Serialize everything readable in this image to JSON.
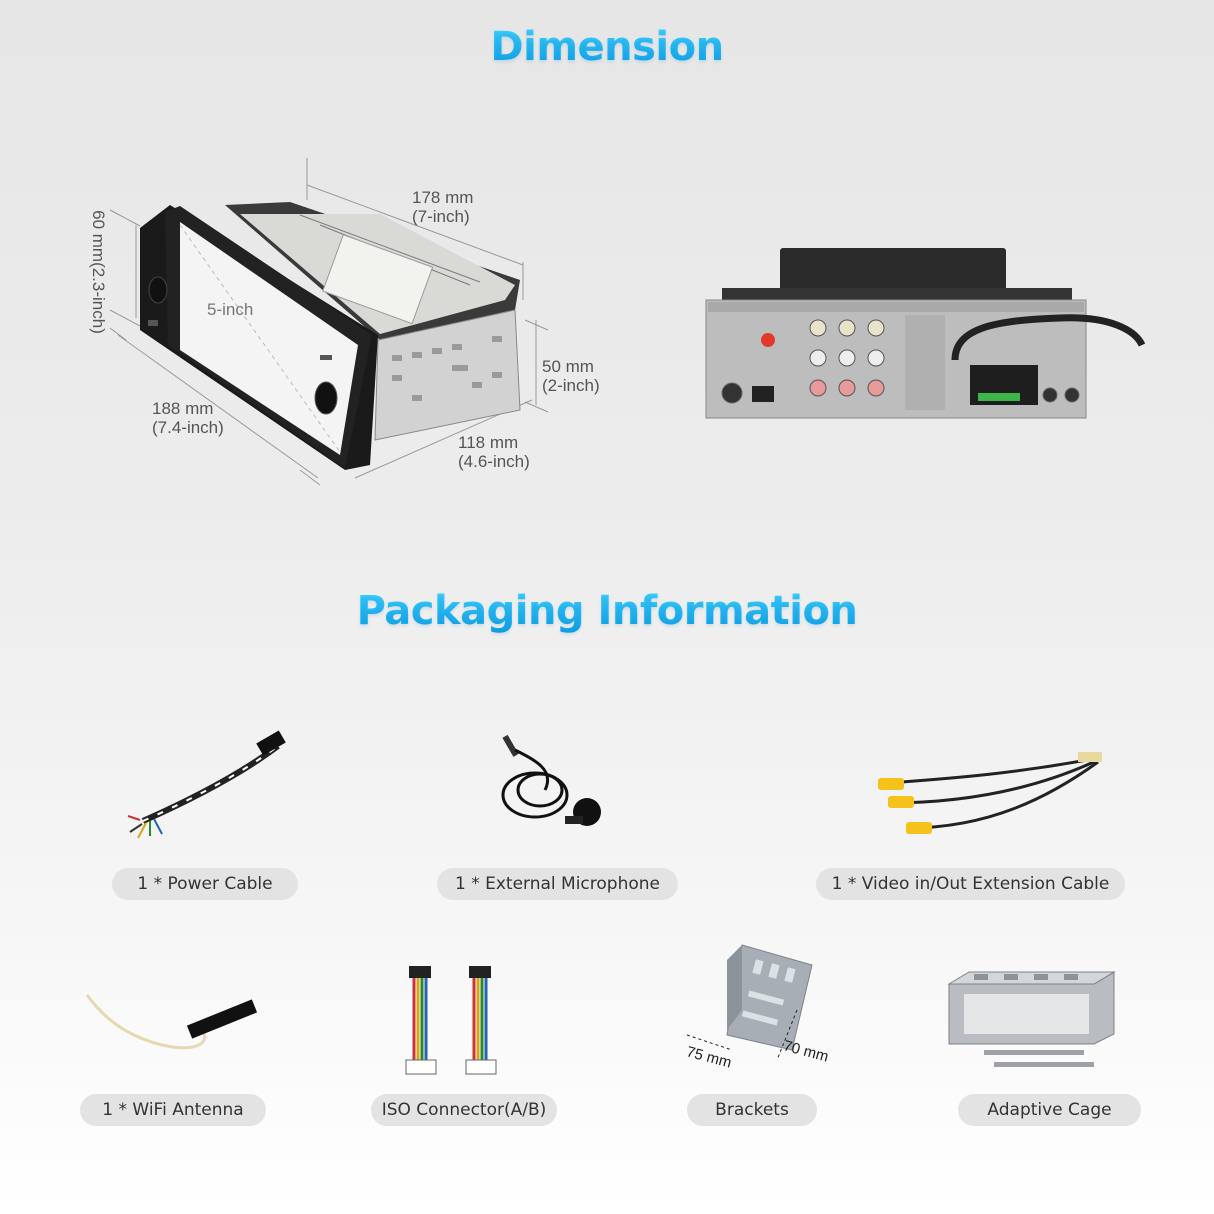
{
  "titles": {
    "dimension": "Dimension",
    "packaging": "Packaging Information"
  },
  "dimensions": {
    "depth_mm": "178 mm",
    "depth_in": "(7-inch)",
    "height_front_mm": "60 mm(2.3-inch)",
    "screen": "5-inch",
    "width_mm": "188 mm",
    "width_in": "(7.4-inch)",
    "height_body_mm": "50 mm",
    "height_body_in": "(2-inch)",
    "body_width_mm": "118 mm",
    "body_width_in": "(4.6-inch)"
  },
  "packaging_items": [
    {
      "label": "1 * Power Cable",
      "icon": "power-cable"
    },
    {
      "label": "1 * External Microphone",
      "icon": "microphone"
    },
    {
      "label": "1 * Video in/Out Extension Cable",
      "icon": "video-cable"
    },
    {
      "label": "1 * WiFi Antenna",
      "icon": "wifi-antenna"
    },
    {
      "label": "ISO Connector(A/B)",
      "icon": "iso-connector"
    },
    {
      "label": "Brackets",
      "icon": "brackets"
    },
    {
      "label": "Adaptive Cage",
      "icon": "adaptive-cage"
    }
  ],
  "brackets": {
    "dim_a": "75 mm",
    "dim_b": "70 mm"
  }
}
